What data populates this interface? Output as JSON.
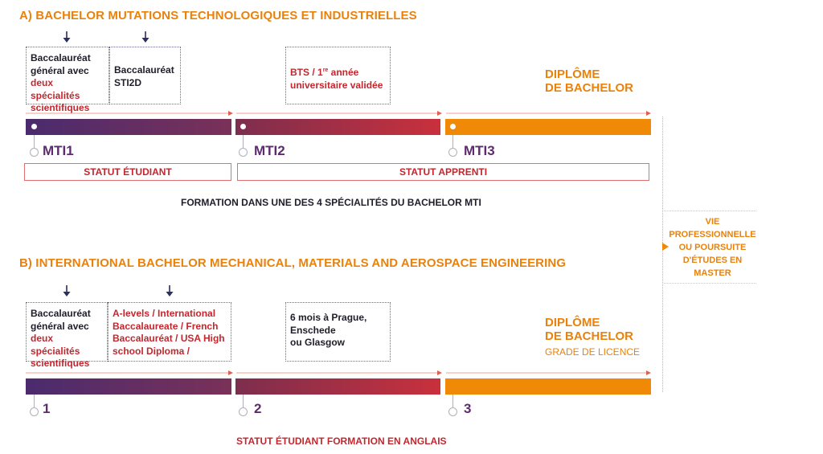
{
  "section_a": {
    "title": "A) BACHELOR MUTATIONS TECHNOLOGIQUES ET INDUSTRIELLES",
    "box1": {
      "l1": "Baccalauréat",
      "l2": "général avec",
      "l3": "deux spécialités",
      "l4": "scientifiques"
    },
    "box2": {
      "l1": "Baccalauréat",
      "l2": "STI2D"
    },
    "box3": {
      "l1_pre": "BTS / 1",
      "l1_sup": "re",
      "l1_post": " année",
      "l2": "universitaire validée"
    },
    "diplome": {
      "l1": "DIPLÔME",
      "l2": "DE BACHELOR"
    },
    "steps": [
      "MTI1",
      "MTI2",
      "MTI3"
    ],
    "statut_etudiant": "STATUT ÉTUDIANT",
    "statut_apprenti": "STATUT APPRENTI",
    "formation": "FORMATION DANS UNE DES 4 SPÉCIALITÉS DU BACHELOR MTI"
  },
  "side": {
    "l1": "VIE",
    "l2": "PROFESSIONNELLE",
    "l3": "OU POURSUITE",
    "l4": "D'ÉTUDES EN",
    "l5": "MASTER"
  },
  "section_b": {
    "title": "B) INTERNATIONAL BACHELOR MECHANICAL, MATERIALS AND AEROSPACE ENGINEERING",
    "box1": {
      "l1": "Baccalauréat",
      "l2": "général avec",
      "l3": "deux spécialités",
      "l4": "scientifiques"
    },
    "box2": {
      "l1": "A-levels / International",
      "l2": "Baccalaureate / French",
      "l3": "Baccalauréat / USA High",
      "l4": "school Diploma /"
    },
    "box3": {
      "l1": "6 mois à Prague,",
      "l2": "Enschede",
      "l3": "ou Glasgow"
    },
    "diplome": {
      "l1": "DIPLÔME",
      "l2": "DE BACHELOR",
      "l3": "GRADE DE LICENCE"
    },
    "steps": [
      "1",
      "2",
      "3"
    ],
    "statut": "STATUT ÉTUDIANT FORMATION EN ANGLAIS"
  },
  "colors": {
    "orange": "#f08a06",
    "purple": "#4a2b6e",
    "red": "#c9303c"
  }
}
